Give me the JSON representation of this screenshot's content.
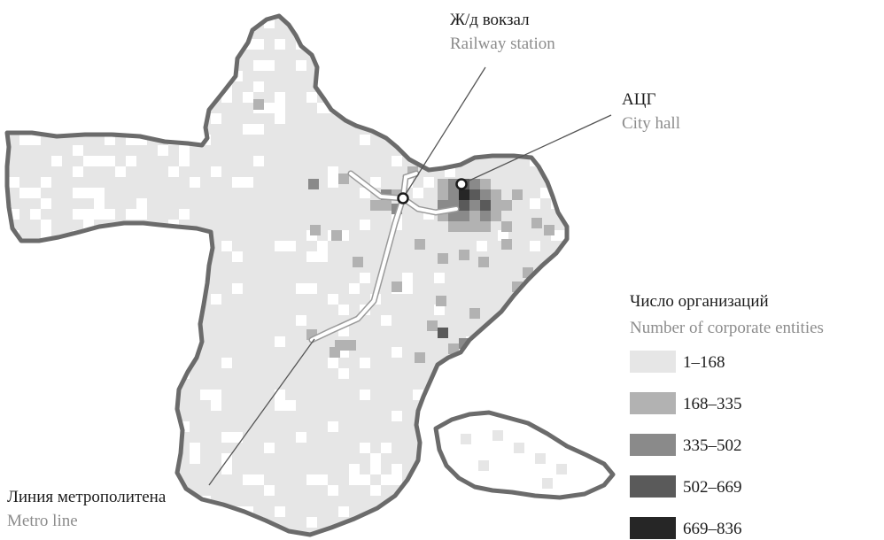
{
  "labels": {
    "railway": {
      "ru": "Ж/д вокзал",
      "en": "Railway station"
    },
    "cityhall": {
      "ru": "АЦГ",
      "en": "City hall"
    },
    "metro": {
      "ru": "Линия метрополитена",
      "en": "Metro line"
    }
  },
  "legend": {
    "title_ru": "Число организаций",
    "title_en": "Number of corporate entities",
    "items": [
      {
        "label": "1–168",
        "color": "#e6e6e6"
      },
      {
        "label": "168–335",
        "color": "#b2b2b2"
      },
      {
        "label": "335–502",
        "color": "#8a8a8a"
      },
      {
        "label": "502–669",
        "color": "#5a5a5a"
      },
      {
        "label": "669–836",
        "color": "#262626"
      }
    ]
  },
  "colors": {
    "boundary": "#6b6b6b",
    "metro_line": "#ffffff",
    "leader_line": "#555555",
    "marker_fill": "#ffffff",
    "marker_stroke": "#1a1a1a"
  }
}
